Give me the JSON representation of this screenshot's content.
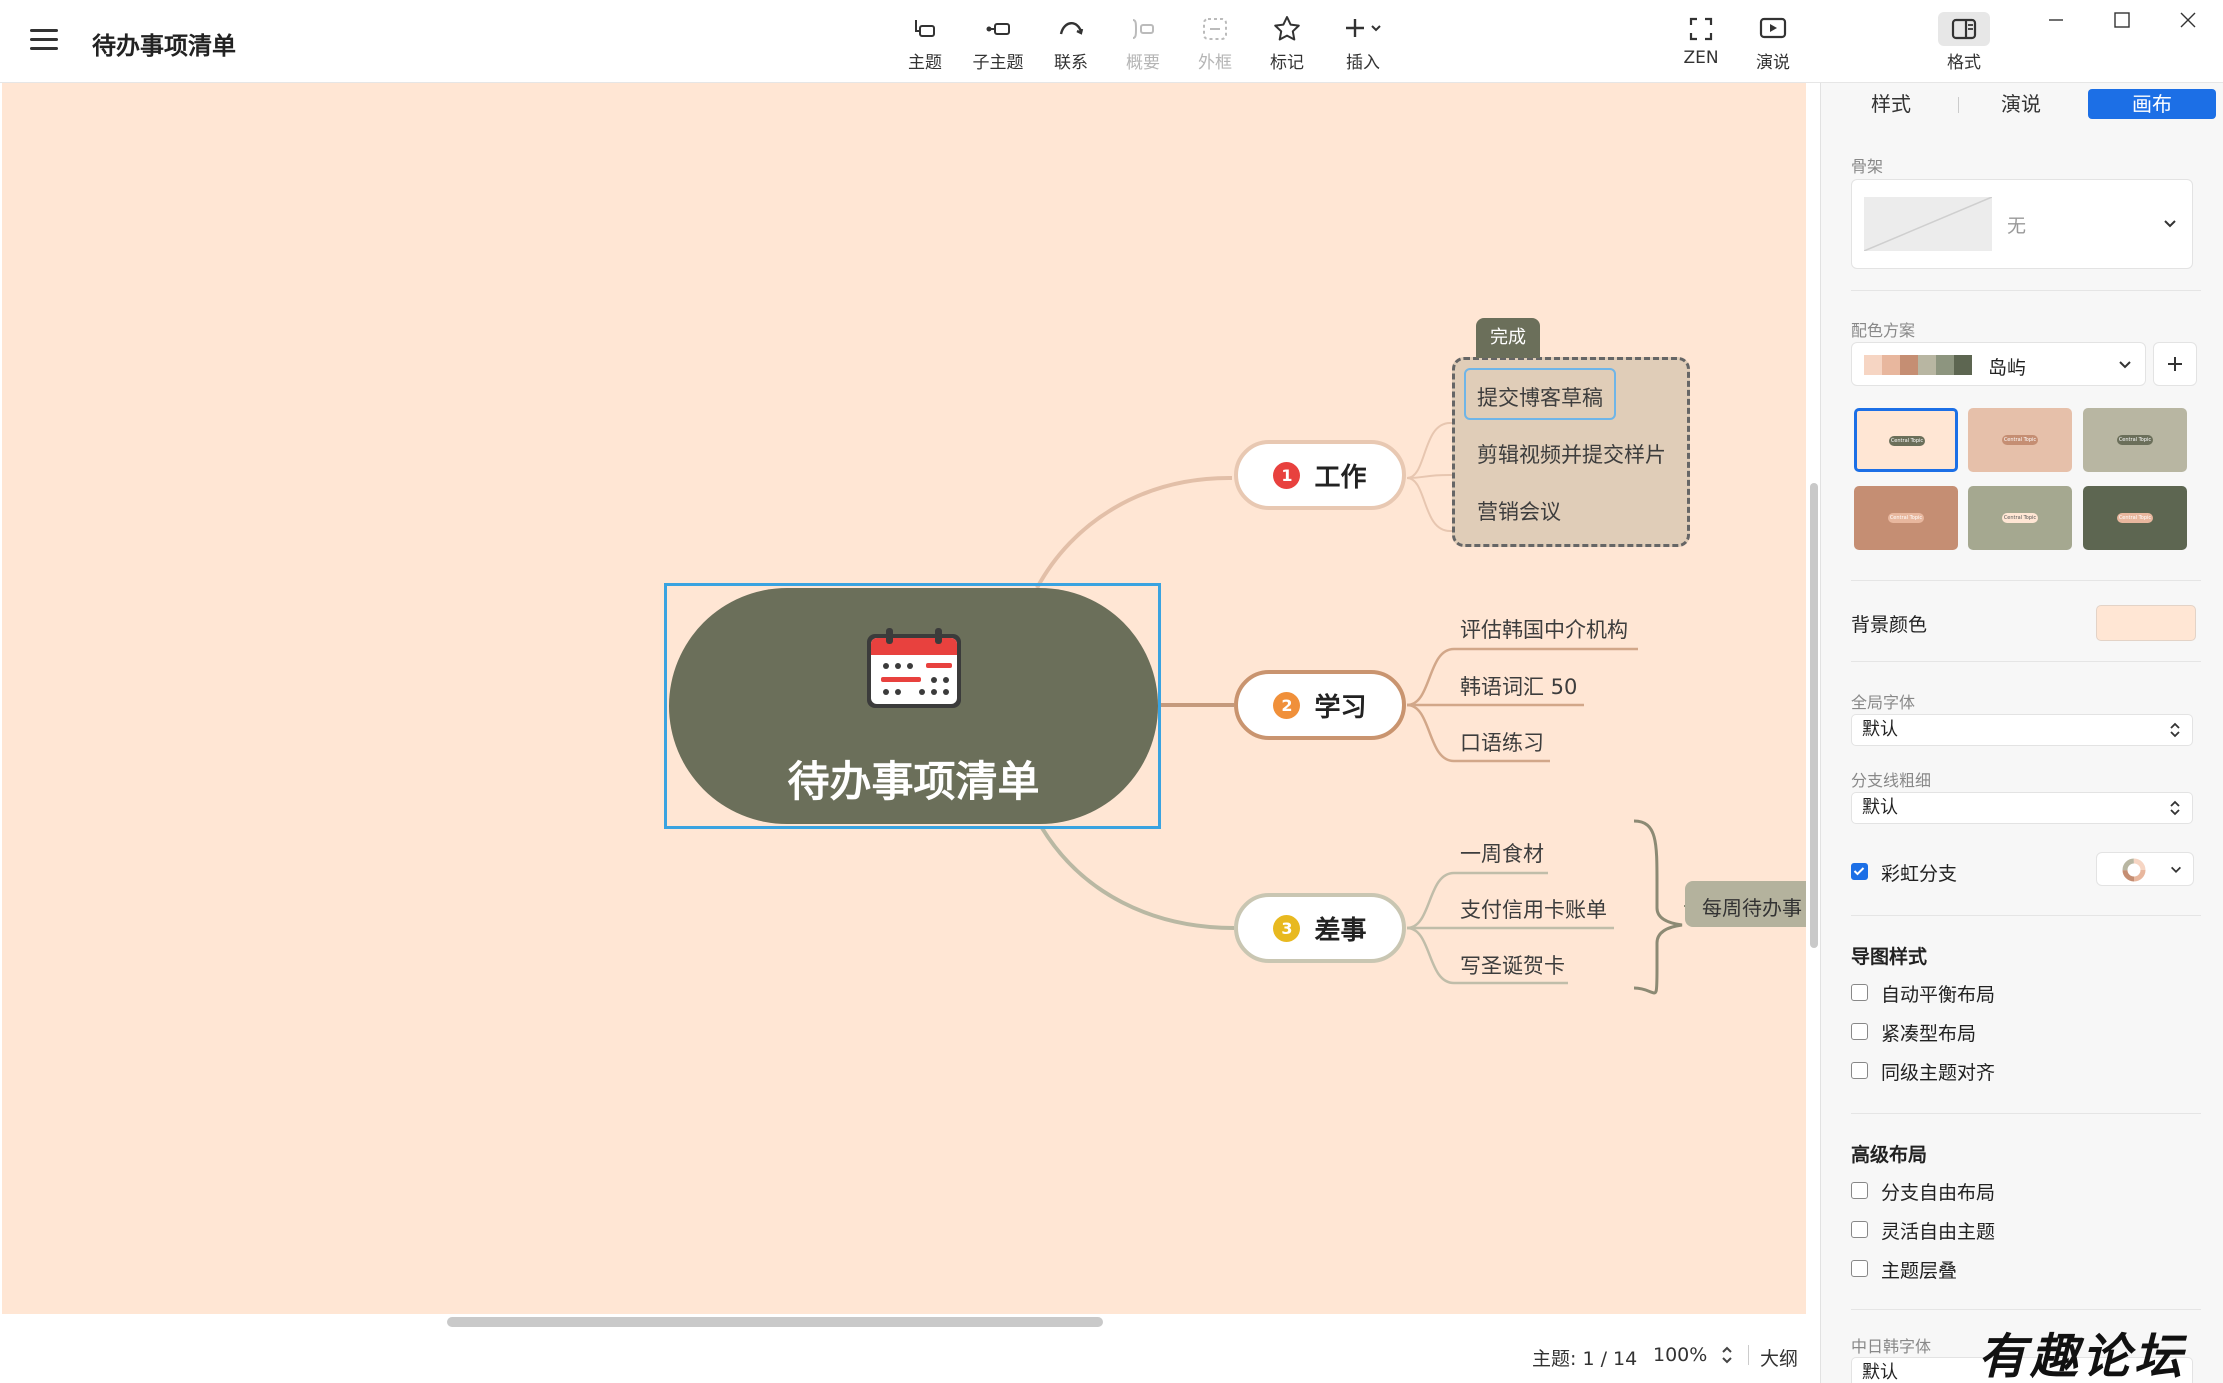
{
  "app": {
    "doc_title": "待办事项清单"
  },
  "toolbar": {
    "topic": "主题",
    "subtopic": "子主题",
    "relation": "联系",
    "summary": "概要",
    "boundary": "外框",
    "marker": "标记",
    "insert": "插入",
    "zen": "ZEN",
    "present": "演说",
    "format": "格式"
  },
  "mindmap": {
    "central": "待办事项清单",
    "branches": [
      {
        "num": "1",
        "label": "工作",
        "color": "#e8413e",
        "children": [
          "提交博客草稿",
          "剪辑视频并提交样片",
          "营销会议"
        ],
        "boundary_label": "完成"
      },
      {
        "num": "2",
        "label": "学习",
        "color": "#f0903a",
        "children": [
          "评估韩国中介机构",
          "韩语词汇 50",
          "口语练习"
        ]
      },
      {
        "num": "3",
        "label": "差事",
        "color": "#e8b920",
        "children": [
          "一周食材",
          "支付信用卡账单",
          "写圣诞贺卡"
        ],
        "summary": "每周待办事"
      }
    ]
  },
  "status": {
    "topics": "主题: 1 / 14",
    "zoom": "100%",
    "outline": "大纲"
  },
  "panel": {
    "tabs": [
      "样式",
      "演说",
      "画布"
    ],
    "active_tab": "画布",
    "skeleton": {
      "label": "骨架",
      "value": "无"
    },
    "color_scheme": {
      "label": "配色方案",
      "value": "岛屿",
      "swatches": [
        "#f6d5c3",
        "#e8b79e",
        "#c58e73",
        "#b8b6a2",
        "#8d957f",
        "#5d6651"
      ]
    },
    "theme_thumbnail_text": "Central Topic",
    "background": {
      "label": "背景颜色",
      "color": "#ffe6d4"
    },
    "global_font": {
      "label": "全局字体",
      "value": "默认"
    },
    "branch_width": {
      "label": "分支线粗细",
      "value": "默认"
    },
    "rainbow": {
      "label": "彩虹分支",
      "checked": true
    },
    "map_style": {
      "title": "导图样式",
      "options": [
        "自动平衡布局",
        "紧凑型布局",
        "同级主题对齐"
      ]
    },
    "advanced": {
      "title": "高级布局",
      "options": [
        "分支自由布局",
        "灵活自由主题",
        "主题层叠"
      ]
    },
    "cjk_font": {
      "label": "中日韩字体",
      "value": "默认"
    }
  },
  "colors": {
    "canvas_bg": "#ffe6d4",
    "central_fill": "#6b6f5a",
    "accent": "#1c6fe6",
    "selection": "#3aa3e0"
  },
  "watermark": "有趣论坛"
}
